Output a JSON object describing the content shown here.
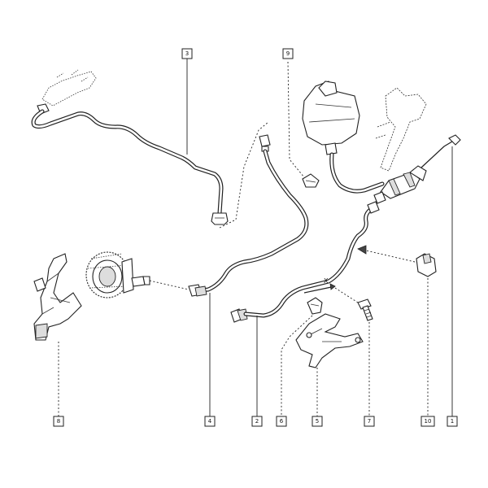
{
  "callouts": {
    "c3": "3",
    "c9": "9",
    "c1": "1",
    "c8": "8",
    "c4": "4",
    "c2": "2",
    "c6": "6",
    "c5": "5",
    "c7": "7",
    "c10": "10"
  },
  "annotations": {
    "x_mark": "X"
  }
}
